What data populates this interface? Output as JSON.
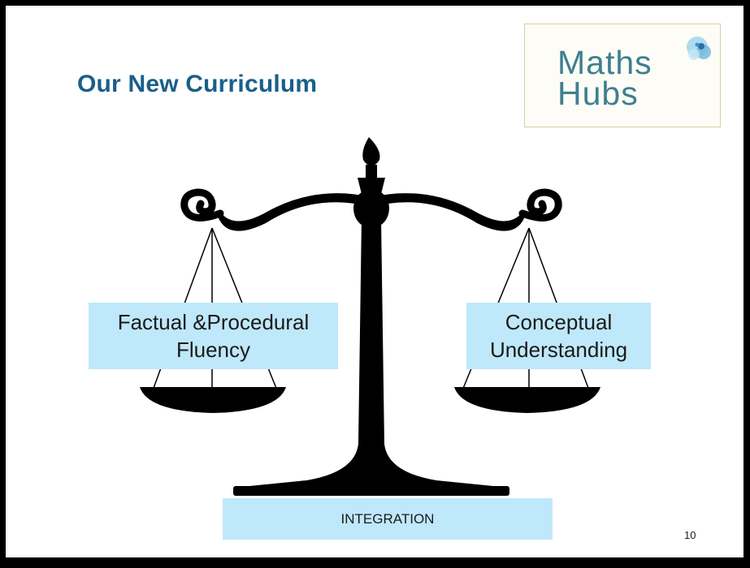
{
  "slide": {
    "title": "Our New Curriculum",
    "logo_text": "Maths\nHubs",
    "left_pan_label": "Factual &Procedural Fluency",
    "right_pan_label": "Conceptual Understanding",
    "base_label": "INTEGRATION",
    "page_number": "10"
  },
  "colors": {
    "title": "#1a5f8a",
    "label_fill": "#bfe8fa",
    "logo_text": "#3f7f8f",
    "scale": "#000000"
  }
}
